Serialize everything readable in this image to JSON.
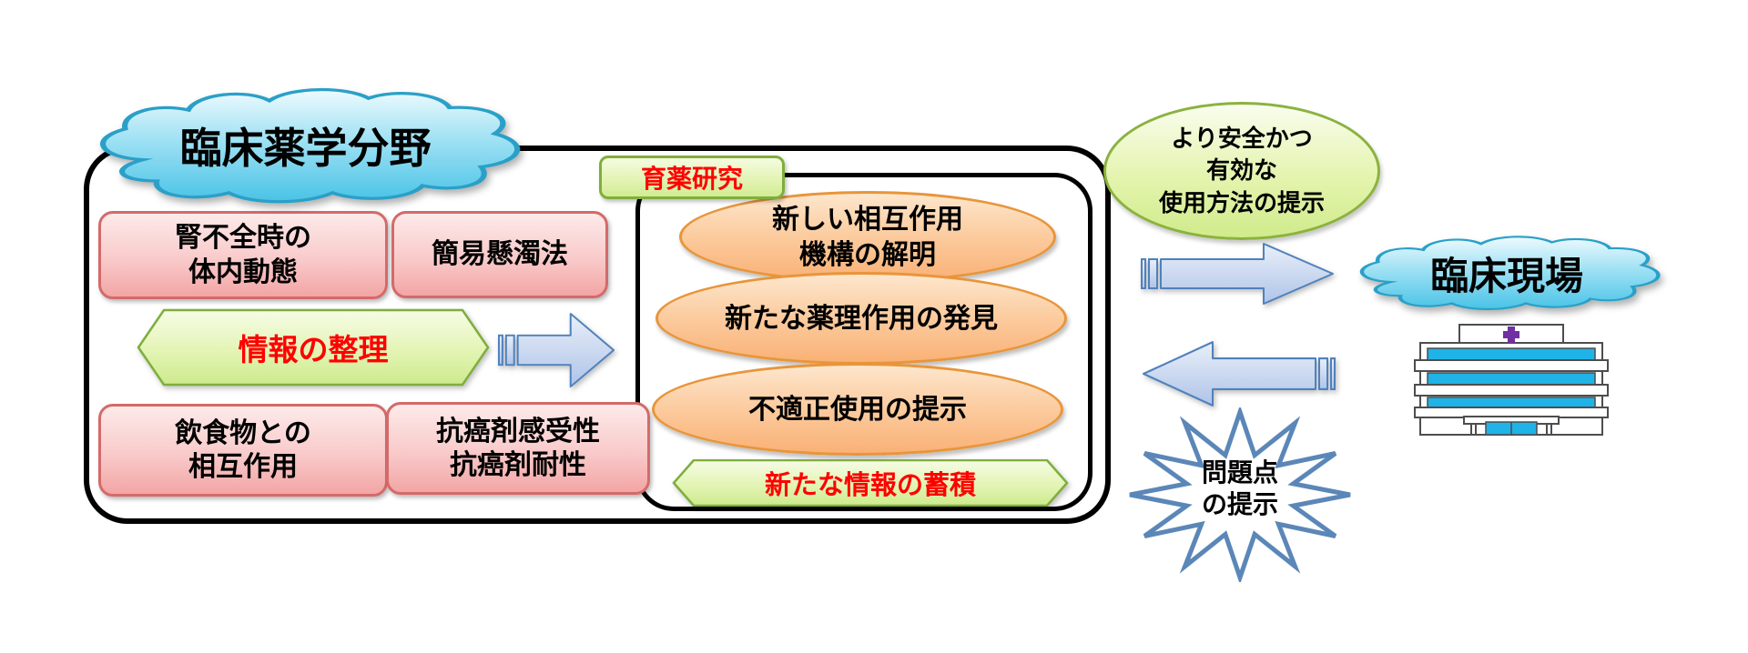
{
  "left_cloud": {
    "label": "臨床薬学分野"
  },
  "research_tag": {
    "label": "育薬研究"
  },
  "topic_boxes": [
    {
      "lines": [
        "腎不全時の",
        "体内動態"
      ]
    },
    {
      "lines": [
        "簡易懸濁法"
      ]
    },
    {
      "lines": [
        "飲食物との",
        "相互作用"
      ]
    },
    {
      "lines": [
        "抗癌剤感受性",
        "抗癌剤耐性"
      ]
    }
  ],
  "organize_hexagon": {
    "label": "情報の整理"
  },
  "outcome_ellipses": [
    {
      "lines": [
        "新しい相互作用",
        "機構の解明"
      ]
    },
    {
      "lines": [
        "新たな薬理作用の発見"
      ]
    },
    {
      "lines": [
        "不適正使用の提示"
      ]
    }
  ],
  "accumulate_hexagon": {
    "label": "新たな情報の蓄積"
  },
  "benefit_ellipse": {
    "lines": [
      "より安全かつ",
      "有効な",
      "使用方法の提示"
    ]
  },
  "clinical_cloud": {
    "label": "臨床現場"
  },
  "problem_burst": {
    "lines": [
      "問題点",
      "の提示"
    ]
  },
  "colors": {
    "cloud_fill": "#5ecbe9",
    "cloud_stroke": "#2aa0c8",
    "pink_box_fill": "#f6b7b7",
    "pink_box_border": "#d46a6a",
    "green_fill": "#d9efa0",
    "green_border": "#7fae3c",
    "orange_fill": "#fbc18c",
    "orange_border": "#e8953a",
    "arrow_fill": "#c7d7f0",
    "arrow_border": "#4f81bd",
    "red_text": "#ff0000",
    "container_border": "#000000",
    "star_stroke": "#5b87b8",
    "hospital_window_blue": "#1fb3e8",
    "hospital_cross_purple": "#7030a0",
    "hospital_outline": "#4d4d4d"
  }
}
